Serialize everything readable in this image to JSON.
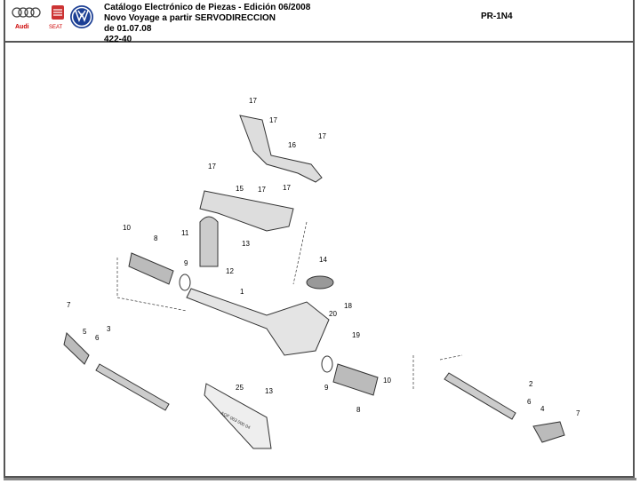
{
  "header": {
    "brands": [
      "Audi",
      "SEAT",
      "VW"
    ],
    "line1": "Catálogo Electrónico de Piezas - Edición 06/2008",
    "line2": "Novo Voyage a partir SERVODIRECCION",
    "line3": "de 01.07.08",
    "line4": "422-40",
    "code": "PR-1N4"
  },
  "diagram": {
    "callouts": [
      "17",
      "17",
      "16",
      "17",
      "17",
      "15",
      "17",
      "17",
      "10",
      "8",
      "11",
      "13",
      "14",
      "9",
      "12",
      "1",
      "18",
      "20",
      "19",
      "7",
      "5",
      "6",
      "3",
      "13",
      "25",
      "9",
      "8",
      "10",
      "2",
      "6",
      "4",
      "7"
    ],
    "tube_text": "AOF 063 000 04"
  }
}
